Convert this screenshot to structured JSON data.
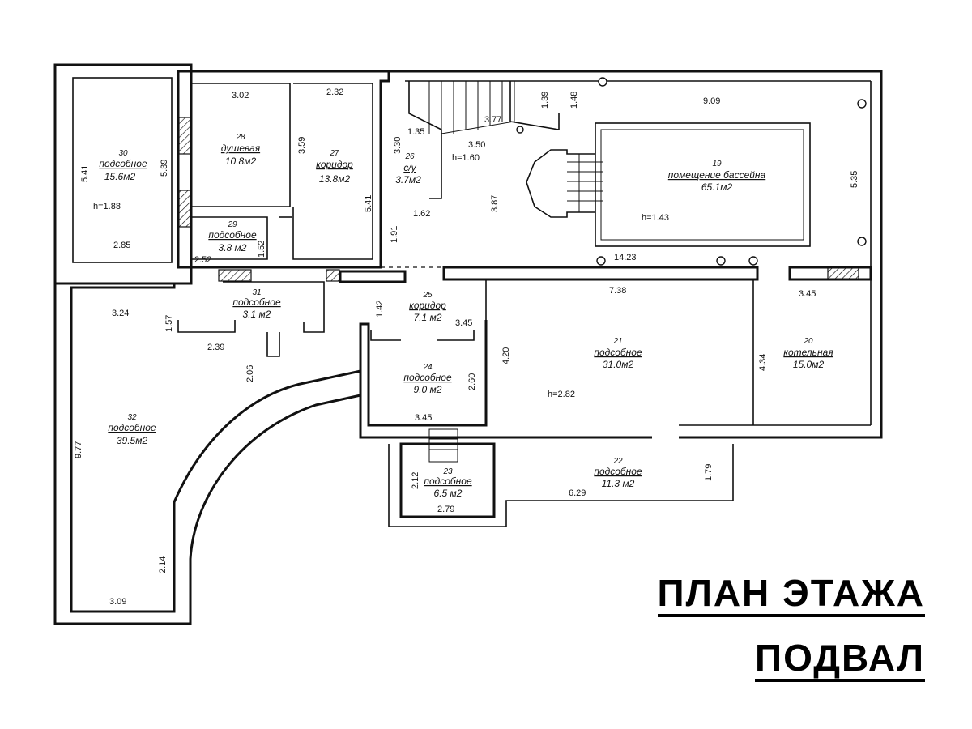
{
  "title": {
    "line1": "ПЛАН ЭТАЖА",
    "line2": "ПОДВАЛ"
  },
  "rooms": [
    {
      "id": "r19",
      "number": "19",
      "name": "помещение бассейна",
      "area": "65.1м2"
    },
    {
      "id": "r20",
      "number": "20",
      "name": "котельная",
      "area": "15.0м2"
    },
    {
      "id": "r21",
      "number": "21",
      "name": "подсобное",
      "area": "31.0м2"
    },
    {
      "id": "r22",
      "number": "22",
      "name": "подсобное",
      "area": "11.3 м2"
    },
    {
      "id": "r23",
      "number": "23",
      "name": "подсобное",
      "area": "6.5 м2"
    },
    {
      "id": "r24",
      "number": "24",
      "name": "подсобное",
      "area": "9.0 м2"
    },
    {
      "id": "r25",
      "number": "25",
      "name": "коридор",
      "area": "7.1 м2"
    },
    {
      "id": "r26",
      "number": "26",
      "name": "с/у",
      "area": "3.7м2"
    },
    {
      "id": "r27",
      "number": "27",
      "name": "коридор",
      "area": "13.8м2"
    },
    {
      "id": "r28",
      "number": "28",
      "name": "душевая",
      "area": "10.8м2"
    },
    {
      "id": "r29",
      "number": "29",
      "name": "подсобное",
      "area": "3.8 м2"
    },
    {
      "id": "r30",
      "number": "30",
      "name": "подсобное",
      "area": "15.6м2"
    },
    {
      "id": "r31",
      "number": "31",
      "name": "подсобное",
      "area": "3.1 м2"
    },
    {
      "id": "r32",
      "number": "32",
      "name": "подсобное",
      "area": "39.5м2"
    }
  ],
  "heights": [
    "h=1.88",
    "h=1.60",
    "h=1.43",
    "h=2.82"
  ],
  "dimensions": [
    "3.02",
    "2.32",
    "3.59",
    "5.41",
    "5.39",
    "5.41",
    "3.30",
    "1.35",
    "3.50",
    "3.77",
    "1.39",
    "1.48",
    "9.09",
    "5.35",
    "3.87",
    "1.62",
    "1.91",
    "2.85",
    "2.52",
    "1.52",
    "14.23",
    "7.38",
    "3.45",
    "1.42",
    "3.45",
    "3.24",
    "1.57",
    "2.39",
    "2.06",
    "4.20",
    "4.34",
    "2.60",
    "3.45",
    "2.12",
    "2.79",
    "6.29",
    "1.79",
    "9.77",
    "2.14",
    "3.09"
  ]
}
